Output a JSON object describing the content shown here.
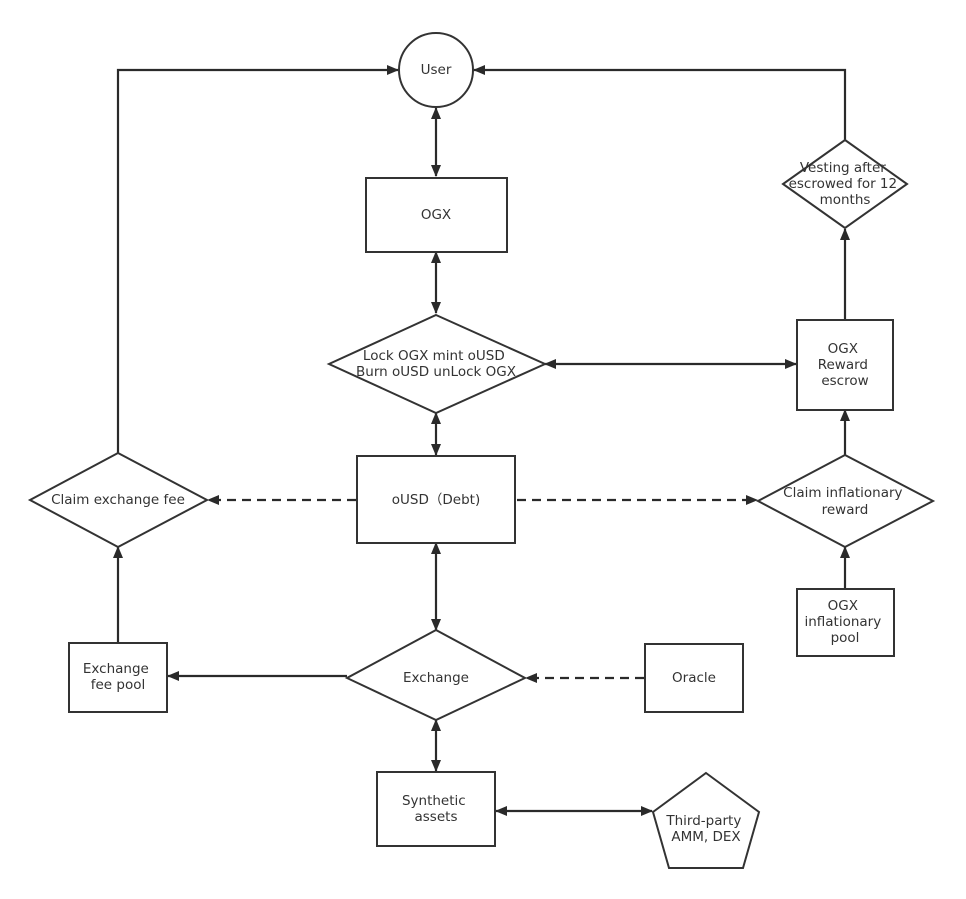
{
  "nodes": {
    "user": {
      "lines": [
        "User"
      ]
    },
    "ogx": {
      "lines": [
        "OGX"
      ]
    },
    "lock": {
      "lines": [
        "Lock OGX mint oUSD",
        "Burn oUSD unLock OGX"
      ]
    },
    "ousd": {
      "lines": [
        "oUSD（Debt)"
      ]
    },
    "claim_fee": {
      "lines": [
        "Claim exchange fee"
      ]
    },
    "claim_infl": {
      "lines": [
        "Claim inflationary",
        "reward"
      ]
    },
    "reward_escrow": {
      "lines": [
        "OGX",
        "Reward",
        "escrow"
      ]
    },
    "vesting": {
      "lines": [
        "Vesting after",
        "escrowed for 12",
        "months"
      ]
    },
    "infl_pool": {
      "lines": [
        "OGX",
        "inflationary",
        "pool"
      ]
    },
    "fee_pool": {
      "lines": [
        "Exchange",
        "fee pool"
      ]
    },
    "exchange": {
      "lines": [
        "Exchange"
      ]
    },
    "oracle": {
      "lines": [
        "Oracle"
      ]
    },
    "synthetic": {
      "lines": [
        "Synthetic",
        "assets"
      ]
    },
    "thirdparty": {
      "lines": [
        "Third-party",
        "AMM, DEX"
      ]
    }
  }
}
